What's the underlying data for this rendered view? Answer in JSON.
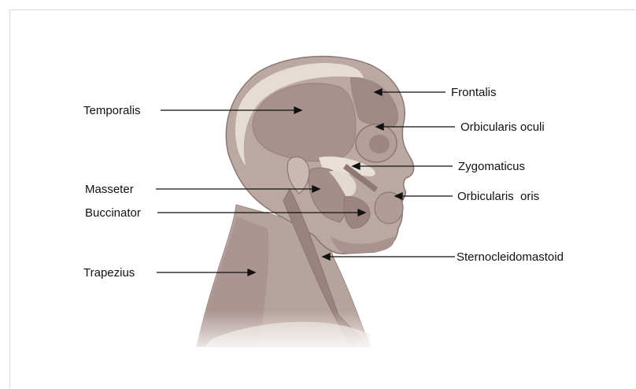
{
  "labels": {
    "temporalis": "Temporalis",
    "masseter": "Masseter",
    "buccinator": "Buccinator",
    "trapezius": "Trapezius",
    "frontalis": "Frontalis",
    "orbicularis_oculi": "Orbicularis oculi",
    "zygomaticus": "Zygomaticus",
    "orbicularis_oris": "Orbicularis  oris",
    "sternocleidomastoid": "Sternocleidomastoid"
  },
  "colors": {
    "muscle": "#b09a95",
    "muscle_dark": "#8f7974",
    "tendon": "#e8dfd8",
    "skin_light": "#d9cbc6"
  }
}
